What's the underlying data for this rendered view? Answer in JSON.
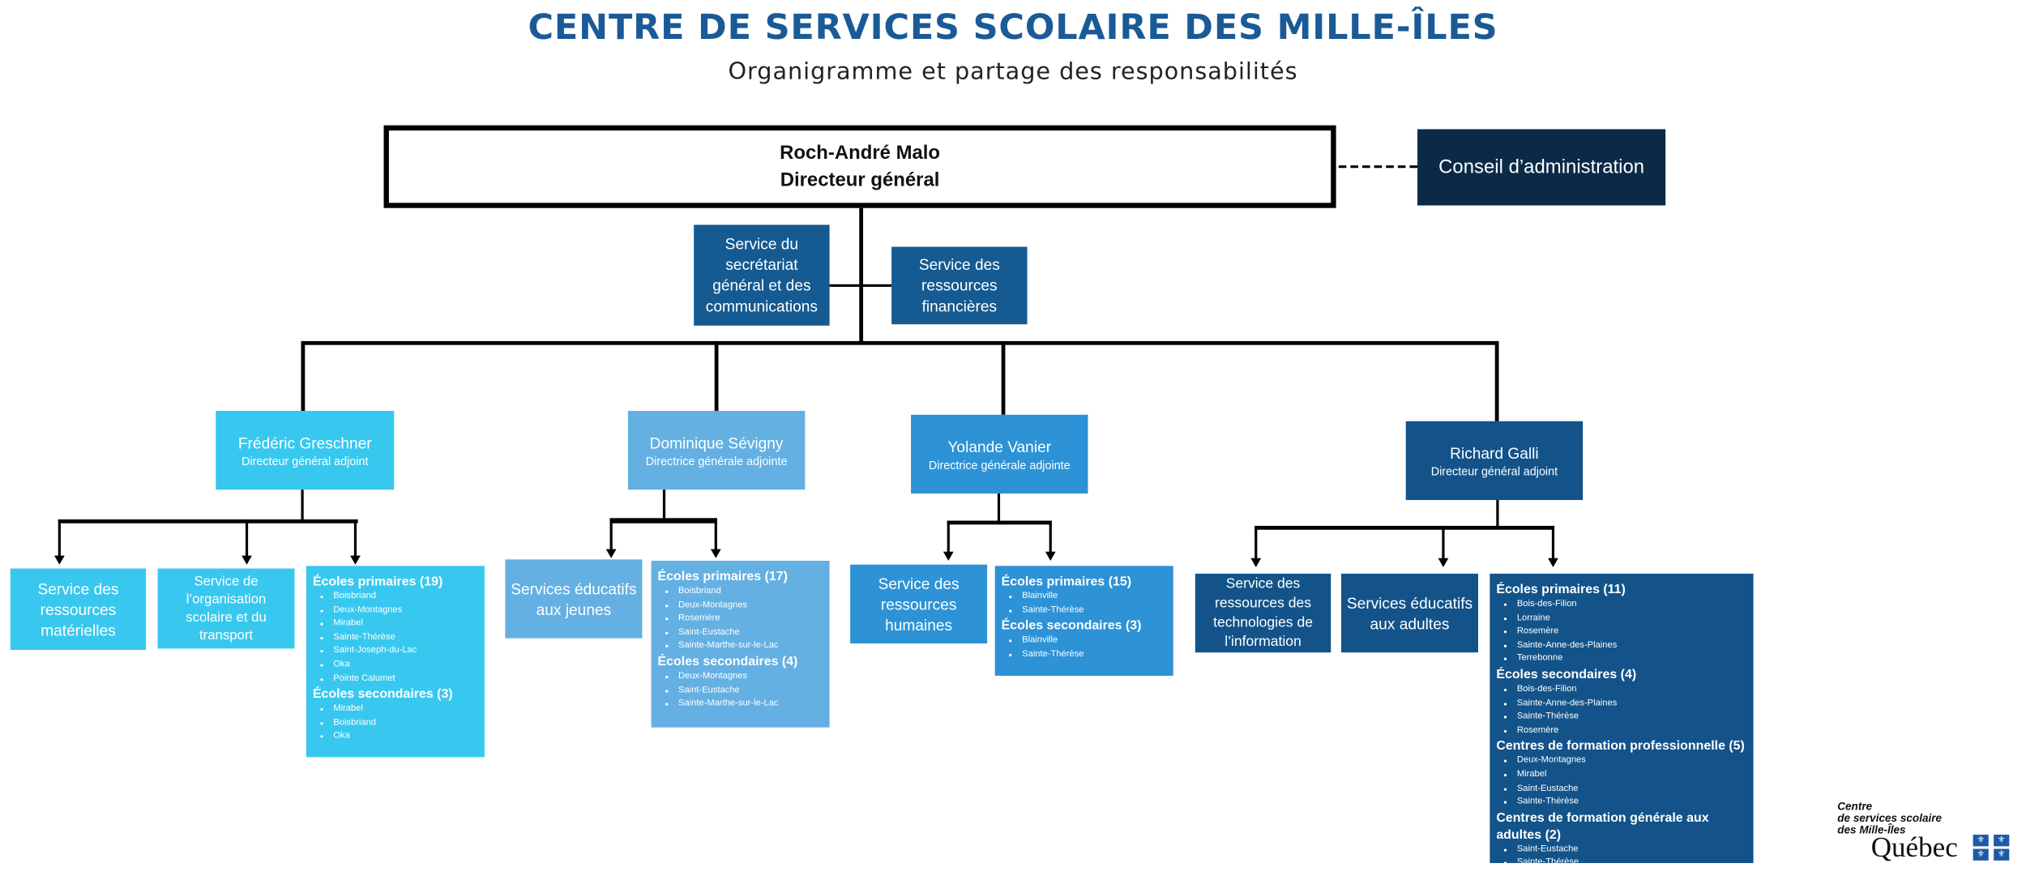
{
  "header": {
    "title": "CENTRE DE SERVICES SCOLAIRE DES MILLE-ÎLES",
    "subtitle": "Organigramme et partage des responsabilités"
  },
  "dg": {
    "name": "Roch-André Malo",
    "role": "Directeur général"
  },
  "conseil": "Conseil d’administration",
  "staff": {
    "secretariat": "Service du secrétariat général et des communications",
    "finances": "Service des ressources financières"
  },
  "colors": {
    "title": "#1a5a96",
    "cyan": "#38c8ef",
    "sky": "#64b0e3",
    "blue": "#2d92d6",
    "navy": "#13538a",
    "dark": "#0b2a47"
  },
  "adjoints": [
    {
      "name": "Frédéric Greschner",
      "role": "Directeur général adjoint"
    },
    {
      "name": "Dominique Sévigny",
      "role": "Directrice générale adjointe"
    },
    {
      "name": "Yolande Vanier",
      "role": "Directrice générale adjointe"
    },
    {
      "name": "Richard Galli",
      "role": "Directeur général adjoint"
    }
  ],
  "services": {
    "materielles": "Service des ressources matérielles",
    "organisation": "Service de l’organisation scolaire et du transport",
    "jeunes": "Services éducatifs aux jeunes",
    "humaines": "Service des ressources humaines",
    "ti": "Service des ressources des technologies de l’information",
    "adultes": "Services éducatifs aux adultes"
  },
  "schools": [
    [
      {
        "heading": "Écoles primaires (19)",
        "items": [
          "Boisbriand",
          "Deux-Montagnes",
          "Mirabel",
          "Sainte-Thérèse",
          "Saint-Joseph-du-Lac",
          "Oka",
          "Pointe Calumet"
        ]
      },
      {
        "heading": "Écoles secondaires (3)",
        "items": [
          "Mirabel",
          "Boisbriand",
          "Oka"
        ]
      }
    ],
    [
      {
        "heading": "Écoles primaires (17)",
        "items": [
          "Boisbriand",
          "Deux-Montagnes",
          "Rosemère",
          "Saint-Eustache",
          "Sainte-Marthe-sur-le-Lac"
        ]
      },
      {
        "heading": "Écoles secondaires (4)",
        "items": [
          "Deux-Montagnes",
          "Saint-Eustache",
          "Sainte-Marthe-sur-le-Lac"
        ]
      }
    ],
    [
      {
        "heading": "Écoles primaires (15)",
        "items": [
          "Blainville",
          "Sainte-Thérèse"
        ]
      },
      {
        "heading": "Écoles secondaires (3)",
        "items": [
          "Blainville",
          "Sainte-Thérèse"
        ]
      }
    ],
    [
      {
        "heading": "Écoles primaires (11)",
        "items": [
          "Bois-des-Filion",
          "Lorraine",
          "Rosemère",
          "Sainte-Anne-des-Plaines",
          "Terrebonne"
        ]
      },
      {
        "heading": "Écoles secondaires (4)",
        "items": [
          "Bois-des-Filion",
          "Sainte-Anne-des-Plaines",
          "Sainte-Thérèse",
          "Rosemère"
        ]
      },
      {
        "heading": "Centres de formation professionnelle (5)",
        "items": [
          "Deux-Montagnes",
          "Mirabel",
          "Saint-Eustache",
          "Sainte-Thérèse"
        ]
      },
      {
        "heading": "Centres de formation générale aux adultes (2)",
        "items": [
          "Saint-Eustache",
          "Sainte-Thérèse"
        ]
      }
    ]
  ],
  "logo": {
    "line1": "Centre",
    "line2": "de services scolaire",
    "line3": "des Mille-Îles",
    "quebec": "Québec"
  }
}
